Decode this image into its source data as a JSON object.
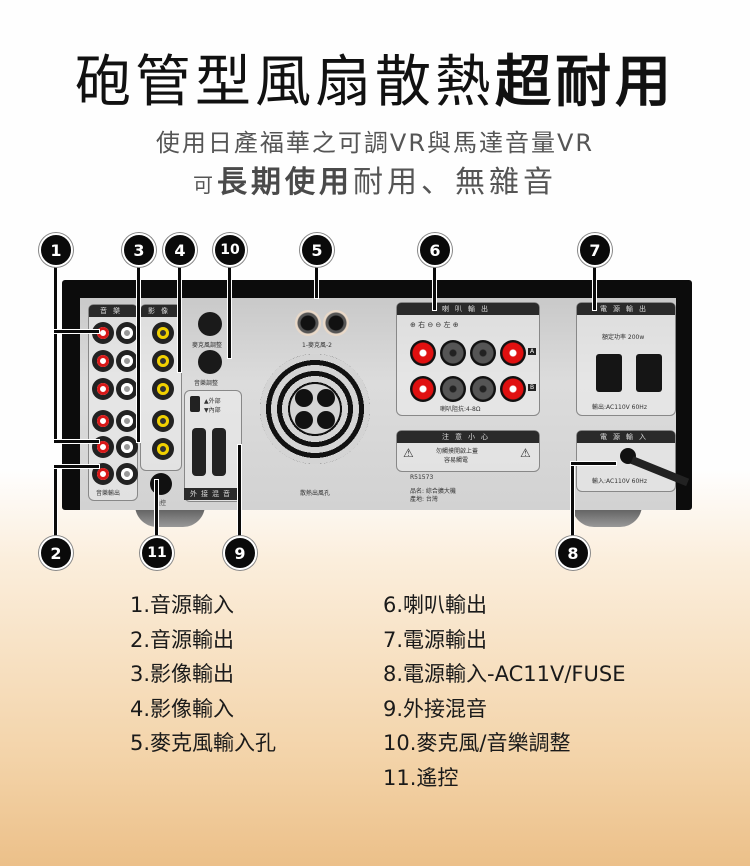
{
  "header": {
    "title_regular": "砲管型風扇散熱",
    "title_bold": "超耐用",
    "subtitle_line1": "使用日產福華之可調VR與馬達音量VR",
    "subtitle_line2_small": "可",
    "subtitle_line2_bold": "長期使用",
    "subtitle_line2_rest": "耐用、無雜音"
  },
  "amplifier": {
    "audio_section_label": "音樂",
    "video_section_label": "影像",
    "audio_output_label": "音樂輸出",
    "mic_knob_label": "麥克風調整",
    "music_knob_label": "音樂調整",
    "switch_external": "▲外部",
    "switch_internal": "▼內部",
    "external_mixer_label": "外接混音",
    "mic_jacks_label": "1-麥克風-2",
    "fan_label": "散熱出風孔",
    "speaker_section_label": "喇叭輸出",
    "speaker_polarity": "⊕ 右 ⊖   ⊖ 左 ⊕",
    "speaker_impedance": "喇叭阻抗:4-8Ω",
    "speaker_row_a": "A",
    "speaker_row_b": "B",
    "caution_label": "注意小心",
    "caution_text_1": "勿觸摸開啟上蓋",
    "caution_text_2": "容易觸電",
    "cert_code": "R51573",
    "product_name": "品名: 綜合擴大機",
    "origin": "產地: 台灣",
    "power_out_label": "電源輸出",
    "rated_power": "額定功率 200w",
    "power_out_spec": "輸出:AC110V 60Hz",
    "power_in_label": "電源輸入",
    "power_in_spec": "輸入:AC110V 60Hz",
    "remote_label": "遙控"
  },
  "callouts": [
    "1",
    "2",
    "3",
    "4",
    "5",
    "6",
    "7",
    "8",
    "9",
    "10",
    "11"
  ],
  "legend": {
    "left": [
      "1.音源輸入",
      "2.音源輸出",
      "3.影像輸出",
      "4.影像輸入",
      "5.麥克風輸入孔"
    ],
    "right": [
      "6.喇叭輸出",
      "7.電源輸出",
      "8.電源輸入-AC11V/FUSE",
      "9.外接混音",
      "10.麥克風/音樂調整",
      "11.遙控"
    ]
  }
}
